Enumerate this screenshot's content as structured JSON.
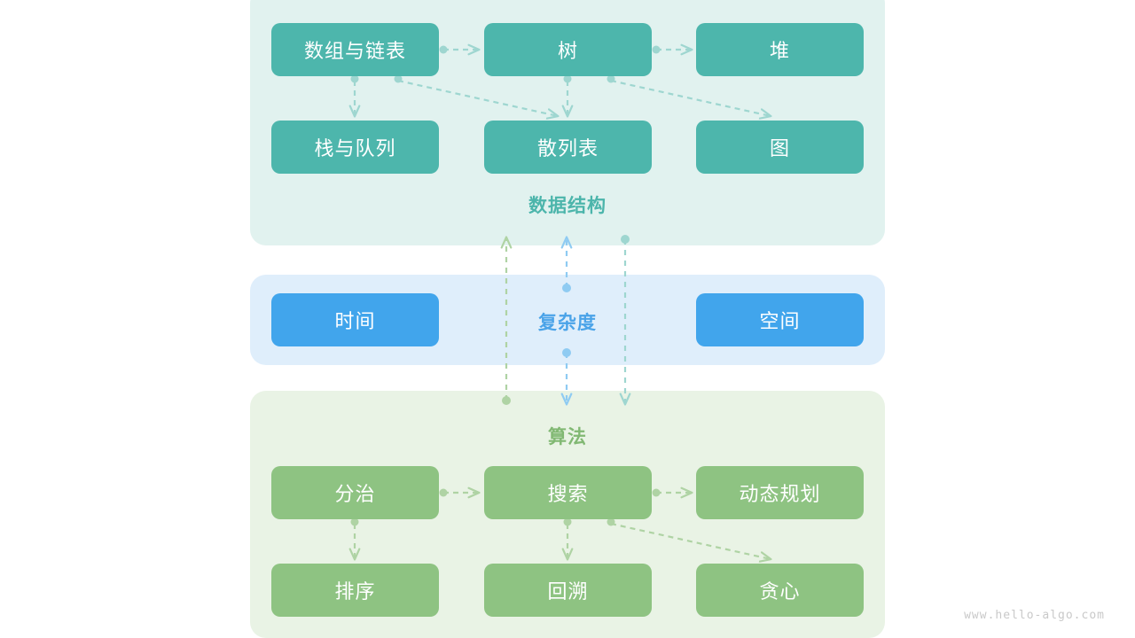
{
  "diagram": {
    "watermark": "www.hello-algo.com",
    "colors": {
      "teal_node": "#4DB6AC",
      "teal_panel": "#E1F2EF",
      "blue_node": "#41A5EC",
      "blue_panel": "#DFEEFB",
      "green_node": "#8EC382",
      "green_panel": "#E9F3E5",
      "link_teal": "#9ED6D0",
      "link_blue": "#8FCBF2",
      "link_green": "#AFD3A4",
      "watermark_text": "#C9C9C9"
    },
    "sections": [
      {
        "id": "data-structure",
        "title": "数据结构",
        "accent": "#4CB5AB",
        "nodes": [
          {
            "id": "array-linkedlist",
            "label": "数组与链表",
            "col": 1,
            "row": "A"
          },
          {
            "id": "tree",
            "label": "树",
            "col": 2,
            "row": "A"
          },
          {
            "id": "heap",
            "label": "堆",
            "col": 3,
            "row": "A"
          },
          {
            "id": "stack-queue",
            "label": "栈与队列",
            "col": 1,
            "row": "B"
          },
          {
            "id": "hash-table",
            "label": "散列表",
            "col": 2,
            "row": "B"
          },
          {
            "id": "graph",
            "label": "图",
            "col": 3,
            "row": "B"
          }
        ],
        "edges": [
          {
            "from": "array-linkedlist",
            "to": "tree"
          },
          {
            "from": "tree",
            "to": "heap"
          },
          {
            "from": "array-linkedlist",
            "to": "stack-queue"
          },
          {
            "from": "array-linkedlist",
            "to": "hash-table"
          },
          {
            "from": "tree",
            "to": "hash-table"
          },
          {
            "from": "tree",
            "to": "graph"
          }
        ]
      },
      {
        "id": "complexity",
        "title": "复杂度",
        "accent": "#4AA3E8",
        "nodes": [
          {
            "id": "time",
            "label": "时间",
            "col": 1,
            "row": "Mid"
          },
          {
            "id": "space",
            "label": "空间",
            "col": 3,
            "row": "Mid"
          }
        ],
        "edges": []
      },
      {
        "id": "algorithm",
        "title": "算法",
        "accent": "#81B873",
        "nodes": [
          {
            "id": "divide-conquer",
            "label": "分治",
            "col": 1,
            "row": "C"
          },
          {
            "id": "search",
            "label": "搜索",
            "col": 2,
            "row": "C"
          },
          {
            "id": "dynamic-programming",
            "label": "动态规划",
            "col": 3,
            "row": "C"
          },
          {
            "id": "sorting",
            "label": "排序",
            "col": 1,
            "row": "D"
          },
          {
            "id": "backtracking",
            "label": "回溯",
            "col": 2,
            "row": "D"
          },
          {
            "id": "greedy",
            "label": "贪心",
            "col": 3,
            "row": "D"
          }
        ],
        "edges": [
          {
            "from": "divide-conquer",
            "to": "search"
          },
          {
            "from": "search",
            "to": "dynamic-programming"
          },
          {
            "from": "divide-conquer",
            "to": "sorting"
          },
          {
            "from": "search",
            "to": "backtracking"
          },
          {
            "from": "search",
            "to": "greedy"
          }
        ]
      }
    ],
    "cross_links": [
      {
        "id": "algorithm-to-datastructure",
        "direction": "up",
        "color": "#AFD3A4"
      },
      {
        "id": "complexity-both",
        "direction": "both",
        "color": "#8FCBF2"
      },
      {
        "id": "datastructure-to-algorithm",
        "direction": "down",
        "color": "#9ED6D0"
      }
    ]
  }
}
